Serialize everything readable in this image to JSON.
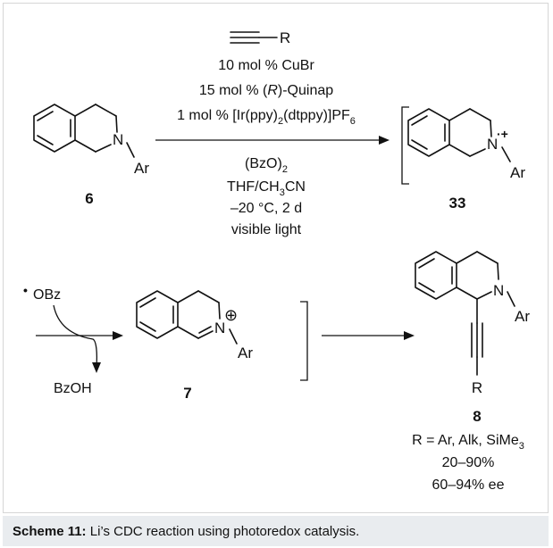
{
  "conditions_above": {
    "alkyne_r": "R",
    "line1": "10 mol % CuBr",
    "line2_pre": "15 mol % (",
    "line2_italic": "R",
    "line2_post": ")-Quinap",
    "line3_pre": "1 mol % [Ir(ppy)",
    "line3_sub": "2",
    "line3_mid": "(dtppy)]PF",
    "line3_sub2": "6"
  },
  "conditions_below": {
    "line1_pre": "(BzO)",
    "line1_sub": "2",
    "line2_pre": "THF/CH",
    "line2_sub": "3",
    "line2_post": "CN",
    "line3": "–20 °C, 2 d",
    "line4": "visible light"
  },
  "compounds": {
    "c6": {
      "label": "6",
      "n": "N",
      "ar": "Ar"
    },
    "c33": {
      "label": "33",
      "n": "N",
      "ar": "Ar",
      "charge": "·+"
    },
    "c7": {
      "label": "7",
      "n": "N",
      "ar": "Ar",
      "charge": "⊕"
    },
    "c8": {
      "label": "8",
      "n": "N",
      "ar": "Ar",
      "r": "R"
    }
  },
  "radical": {
    "dot": "•",
    "label": "OBz",
    "byproduct": "BzOH"
  },
  "product_info": {
    "r_pre": "R = Ar, Alk, SiMe",
    "r_sub": "3",
    "yield": "20–90%",
    "ee": "60–94% ee"
  },
  "caption": {
    "label": "Scheme 11:",
    "text": " Li’s CDC reaction using photoredox catalysis."
  }
}
